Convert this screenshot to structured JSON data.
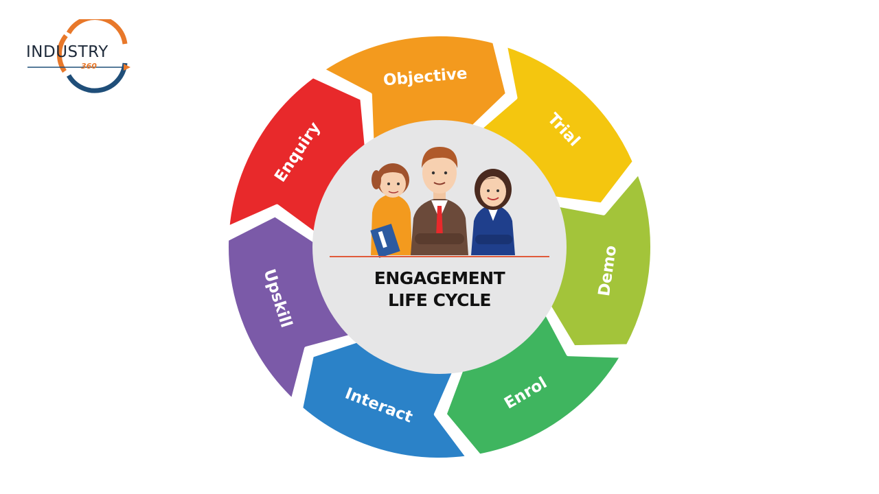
{
  "logo": {
    "name": "INDUSTRY",
    "sub": "360",
    "colors": {
      "orange": "#e8782a",
      "navy": "#1f4e79"
    }
  },
  "center": {
    "title_line1": "ENGAGEMENT",
    "title_line2": "LIFE CYCLE",
    "background": "#e6e6e7",
    "rule_color": "#e05a3a"
  },
  "cycle": [
    {
      "label": "Objective",
      "color": "#f39a1e",
      "icon": "arrow-segment"
    },
    {
      "label": "Trial",
      "color": "#f4c60f",
      "icon": "arrow-segment"
    },
    {
      "label": "Demo",
      "color": "#a3c43a",
      "icon": "arrow-segment"
    },
    {
      "label": "Enrol",
      "color": "#3fb55f",
      "icon": "arrow-segment"
    },
    {
      "label": "Interact",
      "color": "#2b82c8",
      "icon": "arrow-segment"
    },
    {
      "label": "Upskill",
      "color": "#7b5aa8",
      "icon": "arrow-segment"
    },
    {
      "label": "Enquiry",
      "color": "#e8292b",
      "icon": "arrow-segment"
    }
  ],
  "people": [
    {
      "icon": "woman-with-book-icon",
      "shirt": "#f39a1e"
    },
    {
      "icon": "man-in-suit-icon",
      "shirt": "#6b4a3a"
    },
    {
      "icon": "woman-in-blazer-icon",
      "shirt": "#1f3f8c"
    }
  ]
}
